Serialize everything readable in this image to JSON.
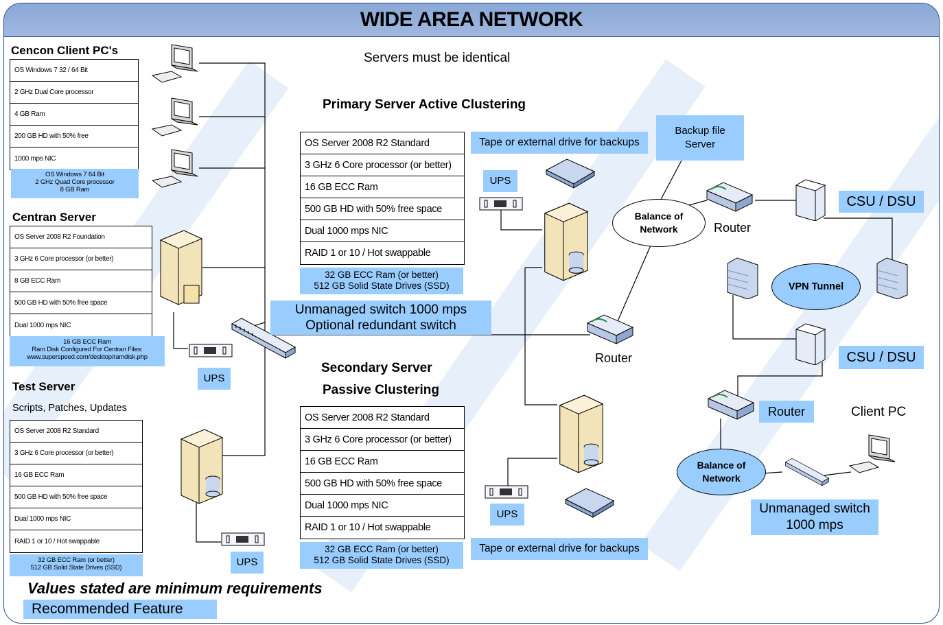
{
  "title": "WIDE AREA NETWORK",
  "subtitle": "Servers must be identical",
  "client_pcs": {
    "heading": "Cencon Client PC's",
    "specs": [
      "OS Windows 7 32 / 64 Bit",
      "2 GHz Dual Core processor",
      "4 GB Ram",
      "200 GB HD with 50% free",
      "1000 mps NIC"
    ],
    "recommended": [
      "OS Windows 7 64 Bit",
      "2 GHz Quad Core processor",
      "8 GB Ram"
    ]
  },
  "centran_server": {
    "heading": "Centran Server",
    "specs": [
      "OS Server 2008 R2 Foundation",
      "3 GHz 6 Core processor (or better)",
      "8 GB ECC Ram",
      "500 GB HD with 50% free space",
      "Dual 1000 mps NIC"
    ],
    "recommended": [
      "16 GB ECC Ram",
      "Ram Disk Configured For Centran Files:",
      "www.superspeed.com/desktop/ramdisk.php"
    ]
  },
  "test_server": {
    "heading": "Test Server",
    "subheading": "Scripts, Patches, Updates",
    "specs": [
      "OS Server 2008 R2 Standard",
      "3 GHz 6 Core processor (or better)",
      "16 GB ECC Ram",
      "500 GB HD with 50% free space",
      "Dual 1000 mps NIC",
      "RAID 1 or 10 / Hot swappable"
    ],
    "recommended": [
      "32 GB ECC Ram (or better)",
      "512 GB Solid State Drives (SSD)"
    ]
  },
  "primary_server": {
    "heading": "Primary Server Active Clustering",
    "specs": [
      "OS Server 2008 R2 Standard",
      "3 GHz 6 Core processor (or better)",
      "16 GB ECC Ram",
      "500 GB HD with 50% free space",
      "Dual 1000 mps NIC",
      "RAID 1 or 10 / Hot swappable"
    ],
    "recommended": [
      "32 GB ECC Ram (or better)",
      "512 GB Solid State Drives (SSD)"
    ],
    "backup_label": "Tape or external drive for backups"
  },
  "secondary_server": {
    "heading_line1": "Secondary Server",
    "heading_line2": "Passive Clustering",
    "specs": [
      "OS Server 2008 R2 Standard",
      "3 GHz 6 Core processor (or better)",
      "16 GB ECC Ram",
      "500 GB HD with 50% free space",
      "Dual 1000 mps NIC",
      "RAID 1 or 10 / Hot swappable"
    ],
    "recommended": [
      "32 GB ECC Ram (or better)",
      "512 GB Solid State Drives (SSD)"
    ],
    "backup_label": "Tape or external drive for backups"
  },
  "switch_main": {
    "line1": "Unmanaged switch 1000 mps",
    "line2": "Optional redundant switch"
  },
  "switch_client": {
    "line1": "Unmanaged switch",
    "line2": "1000 mps"
  },
  "ups_label": "UPS",
  "router_label": "Router",
  "backup_server": {
    "line1": "Backup file",
    "line2": "Server"
  },
  "balance_network": {
    "line1": "Balance of",
    "line2": "Network"
  },
  "csu_dsu": "CSU / DSU",
  "vpn_tunnel": "VPN Tunnel",
  "client_pc": "Client PC",
  "footer": {
    "minimum": "Values stated are minimum requirements",
    "legend": "Recommended Feature"
  },
  "colors": {
    "title_bar": "#8aa7d6",
    "recommended_fill": "#99ccff",
    "border": "#2e4a86"
  }
}
